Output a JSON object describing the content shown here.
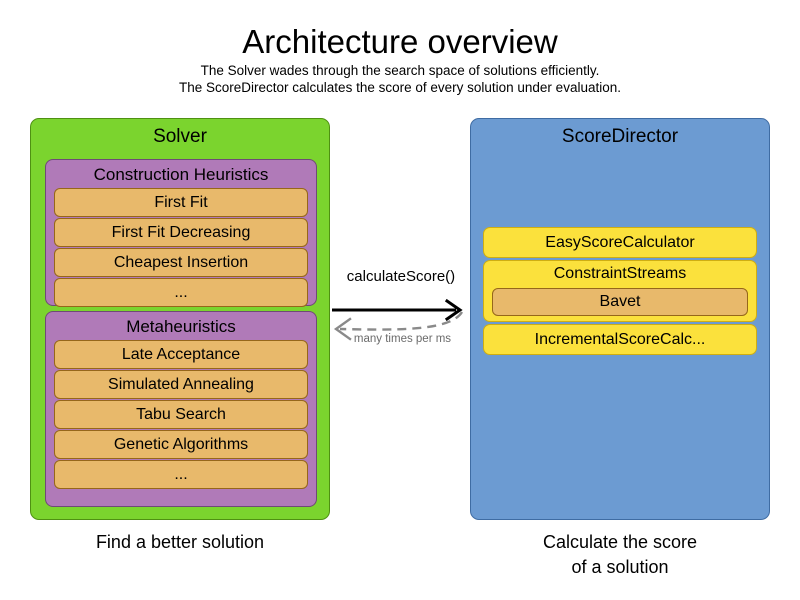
{
  "header": {
    "title": "Architecture overview",
    "subtitle_line_1": "The Solver wades through the search space of solutions efficiently.",
    "subtitle_line_2": "The ScoreDirector calculates the score of every solution under evaluation."
  },
  "colors": {
    "solver_panel": "#7BD42E",
    "scoredirector_panel": "#6C9BD2",
    "group": "#B07AB8",
    "item_orange": "#E8B96B",
    "item_yellow": "#FBE13C",
    "arrow_call": "#000000",
    "arrow_return": "#8a8a8a"
  },
  "solver": {
    "title": "Solver",
    "caption": "Find a better solution",
    "groups": [
      {
        "title": "Construction Heuristics",
        "items": [
          "First Fit",
          "First Fit Decreasing",
          "Cheapest Insertion",
          "..."
        ]
      },
      {
        "title": "Metaheuristics",
        "items": [
          "Late Acceptance",
          "Simulated Annealing",
          "Tabu Search",
          "Genetic Algorithms",
          "..."
        ]
      }
    ]
  },
  "score_director": {
    "title": "ScoreDirector",
    "caption_line_1": "Calculate the score",
    "caption_line_2": "of a solution",
    "calculators": [
      {
        "label": "EasyScoreCalculator",
        "nested": null
      },
      {
        "label": "ConstraintStreams",
        "nested": "Bavet"
      },
      {
        "label": "IncrementalScoreCalc...",
        "nested": null
      }
    ]
  },
  "arrows": {
    "call_label": "calculateScore()",
    "return_label": "many times per ms"
  }
}
